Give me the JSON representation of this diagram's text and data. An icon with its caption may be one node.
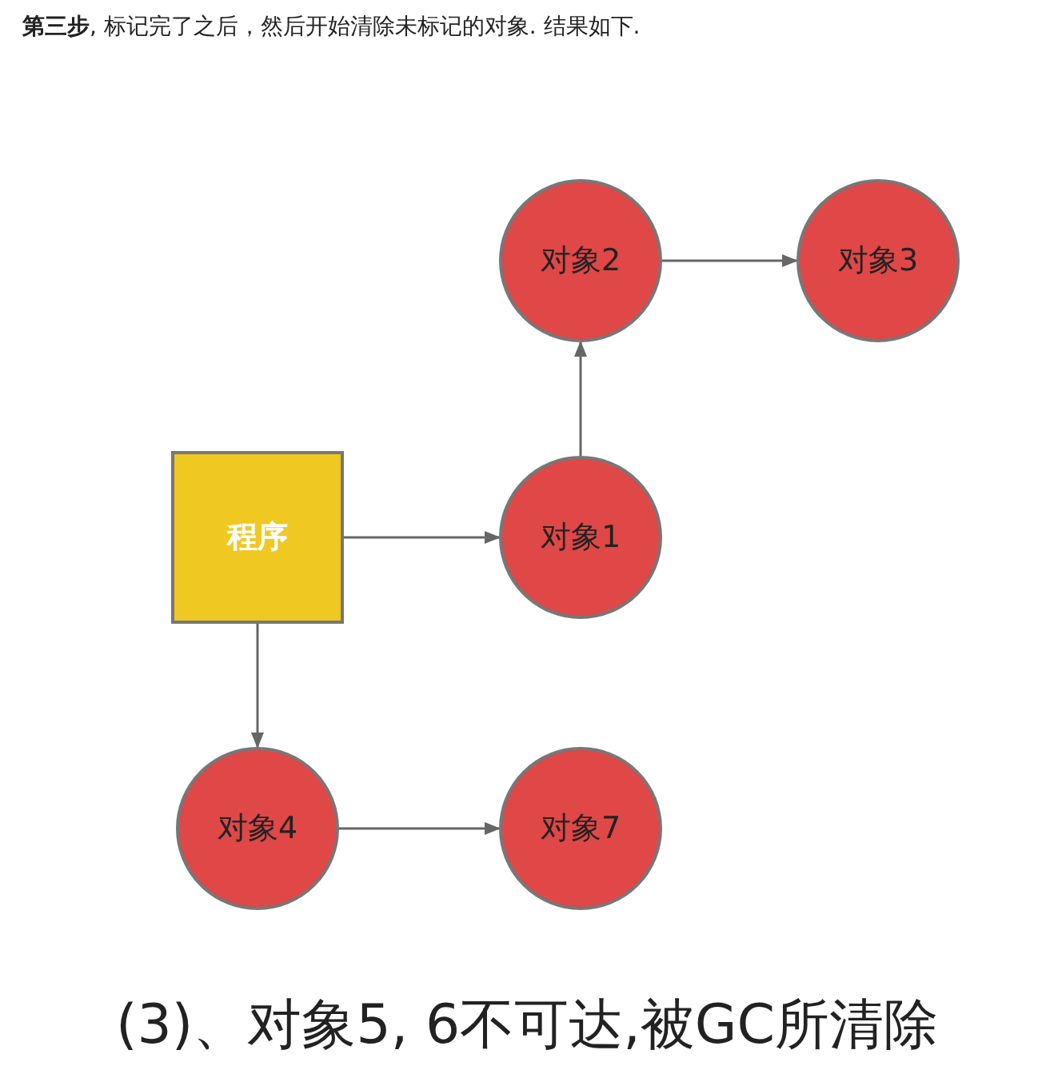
{
  "diagram": {
    "title": "**第三步**, 标记完了之后，然后开始清除未标记的对象. 结果如下.",
    "caption": "(3)、对象5, 6不可达,被GC所清除",
    "nodes": [
      {
        "text": [
          "对象2"
        ]
      },
      {
        "text": [
          "对象3"
        ]
      },
      {
        "text": [
          "程序"
        ]
      },
      {
        "text": [
          "对象1"
        ]
      },
      {
        "text": [
          "对象4"
        ]
      },
      {
        "text": [
          "对象7"
        ]
      }
    ],
    "edges": [
      {
        "from": 2,
        "to": 3,
        "arrow": "to"
      },
      {
        "from": 3,
        "to": 0,
        "arrow": "to"
      },
      {
        "from": 0,
        "to": 1,
        "arrow": "to"
      },
      {
        "from": 2,
        "to": 4,
        "arrow": "to"
      },
      {
        "from": 4,
        "to": 5,
        "arrow": "to"
      }
    ]
  }
}
